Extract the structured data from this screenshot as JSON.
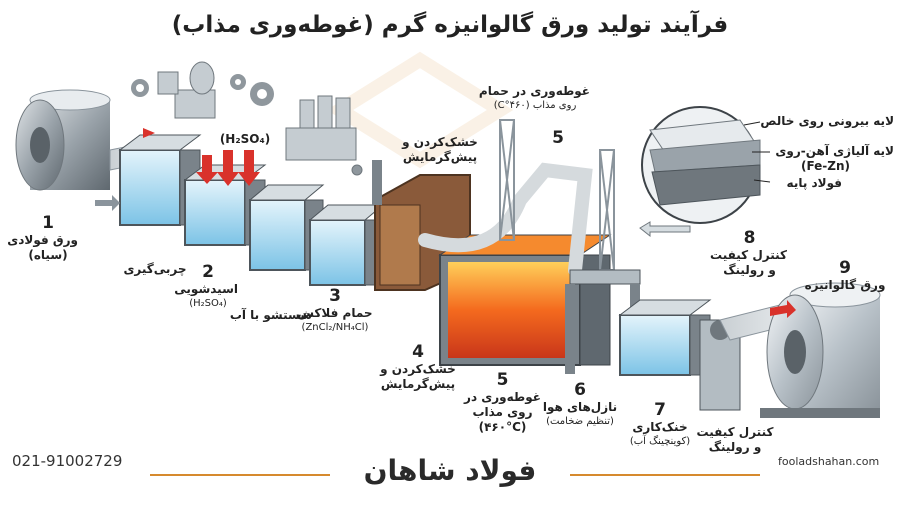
{
  "title": "فرآیند تولید ورق گالوانیزه گرم (غوطه‌وری مذاب)",
  "steps": {
    "s1": {
      "num": "1",
      "line1": "ورق فولادی",
      "line2": "(سیاه)"
    },
    "s_degrease": {
      "line1": "چربی‌گیری"
    },
    "s2": {
      "num": "2",
      "line1": "اسیدشویی",
      "line2": "(H₂SO₄)"
    },
    "s2_top": {
      "line1": "(H₂SO₄)"
    },
    "s_wash": {
      "line1": "شستشو با آب"
    },
    "s3": {
      "num": "3",
      "line1": "حمام فلاکس",
      "line2": "(ZnCl₂/NH₄Cl)"
    },
    "s4_top": {
      "line1": "خشک‌کردن و",
      "line2": "پیش‌گرمایش"
    },
    "s4": {
      "num": "4",
      "line1": "خشک‌کردن و",
      "line2": "پیش‌گرمایش"
    },
    "s5_top": {
      "num": "5",
      "line1": "غوطه‌وری در حمام",
      "line2": "روی مذاب (۴۶۰°C)"
    },
    "s5": {
      "num": "5",
      "line1": "غوطه‌وری در",
      "line2": "روی مذاب",
      "line3": "(۴۶۰°C)"
    },
    "s6": {
      "num": "6",
      "line1": "نازل‌های هوا",
      "line2": "(تنظیم ضخامت)"
    },
    "s7": {
      "num": "7",
      "line1": "خنک‌کاری",
      "line2": "(کوینچینگ آب)"
    },
    "s8": {
      "num": "8",
      "line1": "کنترل کیفیت",
      "line2": "و رولینگ"
    },
    "s8_bottom": {
      "line1": "کنترل کیفیت",
      "line2": "و رولینگ"
    },
    "s9": {
      "num": "9",
      "line1": "ورق گالوانیزه"
    }
  },
  "layers": {
    "outer": "لایه بیرونی روی خالص",
    "alloy": "لایه آلیاژی آهن-روی",
    "alloy_formula": "(Fe-Zn)",
    "base": "فولاد پایه"
  },
  "footer": {
    "phone": "021-91002729",
    "brand": "فولاد شاهان",
    "website": "fooladshahan.com"
  },
  "colors": {
    "accent": "#d68a2e",
    "molten": "#f05a1e",
    "water": "#bfe3f5",
    "steel": "#8a949c",
    "arrow_red": "#d9322b"
  }
}
